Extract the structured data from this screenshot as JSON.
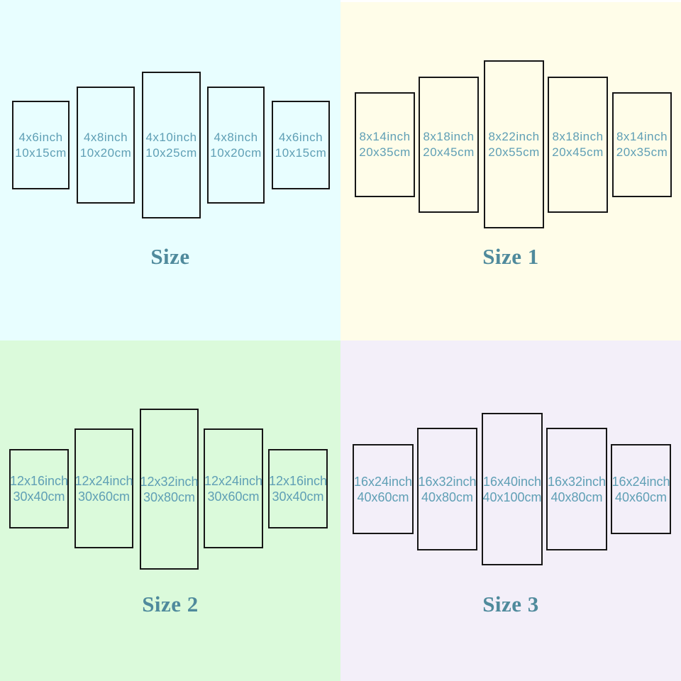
{
  "colors": {
    "quadrant_size_bg": "#e8feff",
    "quadrant_size1_bg": "#fffde9",
    "quadrant_size2_bg": "#dbfadb",
    "quadrant_size3_bg": "#f3eff9",
    "panel_border": "#161616",
    "panel_text": "#5f9fb5",
    "title_text": "#4f8a9c"
  },
  "quadrants": [
    {
      "title": "Size",
      "panels": [
        {
          "inch": "4x6inch",
          "cm": "10x15cm"
        },
        {
          "inch": "4x8inch",
          "cm": "10x20cm"
        },
        {
          "inch": "4x10inch",
          "cm": "10x25cm"
        },
        {
          "inch": "4x8inch",
          "cm": "10x20cm"
        },
        {
          "inch": "4x6inch",
          "cm": "10x15cm"
        }
      ]
    },
    {
      "title": "Size 1",
      "panels": [
        {
          "inch": "8x14inch",
          "cm": "20x35cm"
        },
        {
          "inch": "8x18inch",
          "cm": "20x45cm"
        },
        {
          "inch": "8x22inch",
          "cm": "20x55cm"
        },
        {
          "inch": "8x18inch",
          "cm": "20x45cm"
        },
        {
          "inch": "8x14inch",
          "cm": "20x35cm"
        }
      ]
    },
    {
      "title": "Size 2",
      "panels": [
        {
          "inch": "12x16inch",
          "cm": "30x40cm"
        },
        {
          "inch": "12x24inch",
          "cm": "30x60cm"
        },
        {
          "inch": "12x32inch",
          "cm": "30x80cm"
        },
        {
          "inch": "12x24inch",
          "cm": "30x60cm"
        },
        {
          "inch": "12x16inch",
          "cm": "30x40cm"
        }
      ]
    },
    {
      "title": "Size 3",
      "panels": [
        {
          "inch": "16x24inch",
          "cm": "40x60cm"
        },
        {
          "inch": "16x32inch",
          "cm": "40x80cm"
        },
        {
          "inch": "16x40inch",
          "cm": "40x100cm"
        },
        {
          "inch": "16x32inch",
          "cm": "40x80cm"
        },
        {
          "inch": "16x24inch",
          "cm": "40x60cm"
        }
      ]
    }
  ]
}
